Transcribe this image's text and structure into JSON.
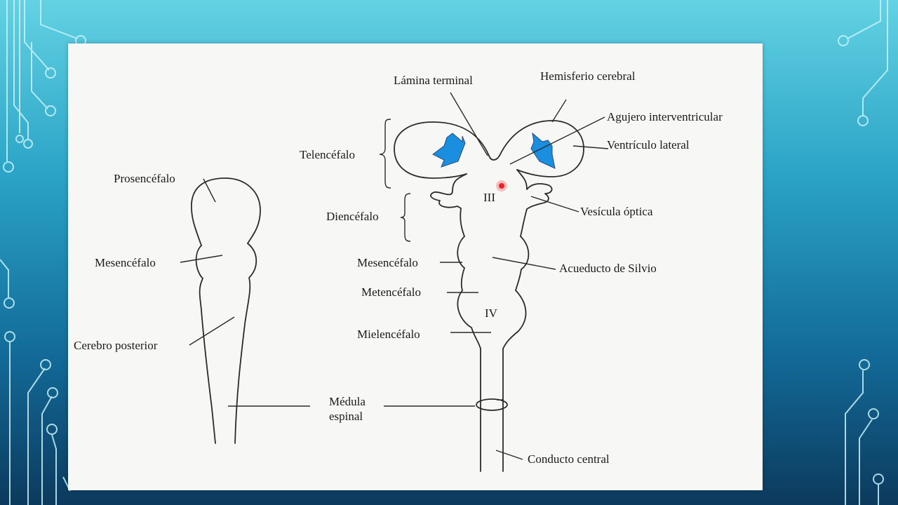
{
  "slide": {
    "labels": {
      "lamina_terminal": "Lámina terminal",
      "hemisferio_cerebral": "Hemisferio cerebral",
      "agujero_interventricular": "Agujero interventricular",
      "ventriculo_lateral": "Ventrículo lateral",
      "telencefalo": "Telencéfalo",
      "diencefalo": "Diencéfalo",
      "vesicula_optica": "Vesícula óptica",
      "prosencefalo": "Prosencéfalo",
      "mesencefalo_left": "Mesencéfalo",
      "mesencefalo_right": "Mesencéfalo",
      "acueducto_silvio": "Acueducto de Silvio",
      "metencefalo": "Metencéfalo",
      "mielencefalo": "Mielencéfalo",
      "cerebro_posterior": "Cerebro posterior",
      "medula_line1": "Médula",
      "medula_line2": "espinal",
      "conducto_central": "Conducto central",
      "roman_iii": "III",
      "roman_iv": "IV"
    },
    "colors": {
      "arrow_fill": "#1a8fe0",
      "pointer_dot": "#e8242a",
      "circuit_line": "#bff0f8"
    }
  }
}
